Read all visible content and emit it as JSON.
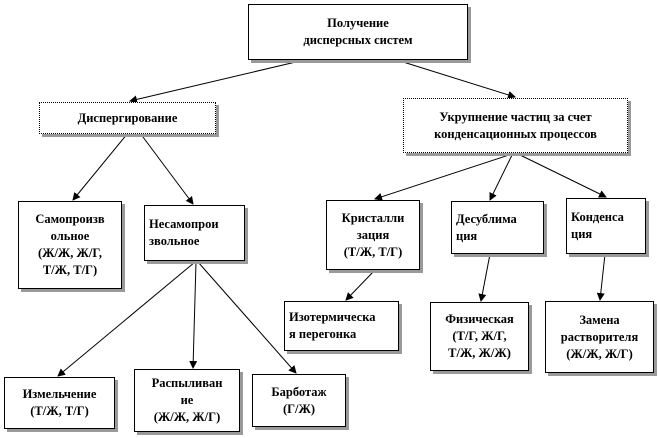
{
  "nodes": {
    "root": "Получение\nдисперсных систем",
    "dispersion": "Диспергирование",
    "condensation": "Укрупнение частиц за счет\nконденсационных процессов",
    "spontaneous": "Самопроизв\nольное\n(Ж/Ж, Ж/Г,\nТ/Ж, Т/Г)",
    "nonspontaneous": "Несамопрои\nзвольное",
    "crystallization": "Кристалли\nзация\n(Т/Ж, Т/Г)",
    "desublimation": "Десублима\nция",
    "condensation_sub": "Конденса\nция",
    "isothermal": "Изотермическа\nя перегонка",
    "physical": "Физическая\n(Т/Г, Ж/Г,\nТ/Ж, Ж/Ж)",
    "solvent": "Замена\nрастворителя\n(Ж/Ж, Ж/Г)",
    "grinding": "Измельчение\n(Т/Ж, Т/Г)",
    "spraying": "Распыливан\nие\n(Ж/Ж, Ж/Г)",
    "bubbling": "Барботаж\n(Г/Ж)"
  }
}
